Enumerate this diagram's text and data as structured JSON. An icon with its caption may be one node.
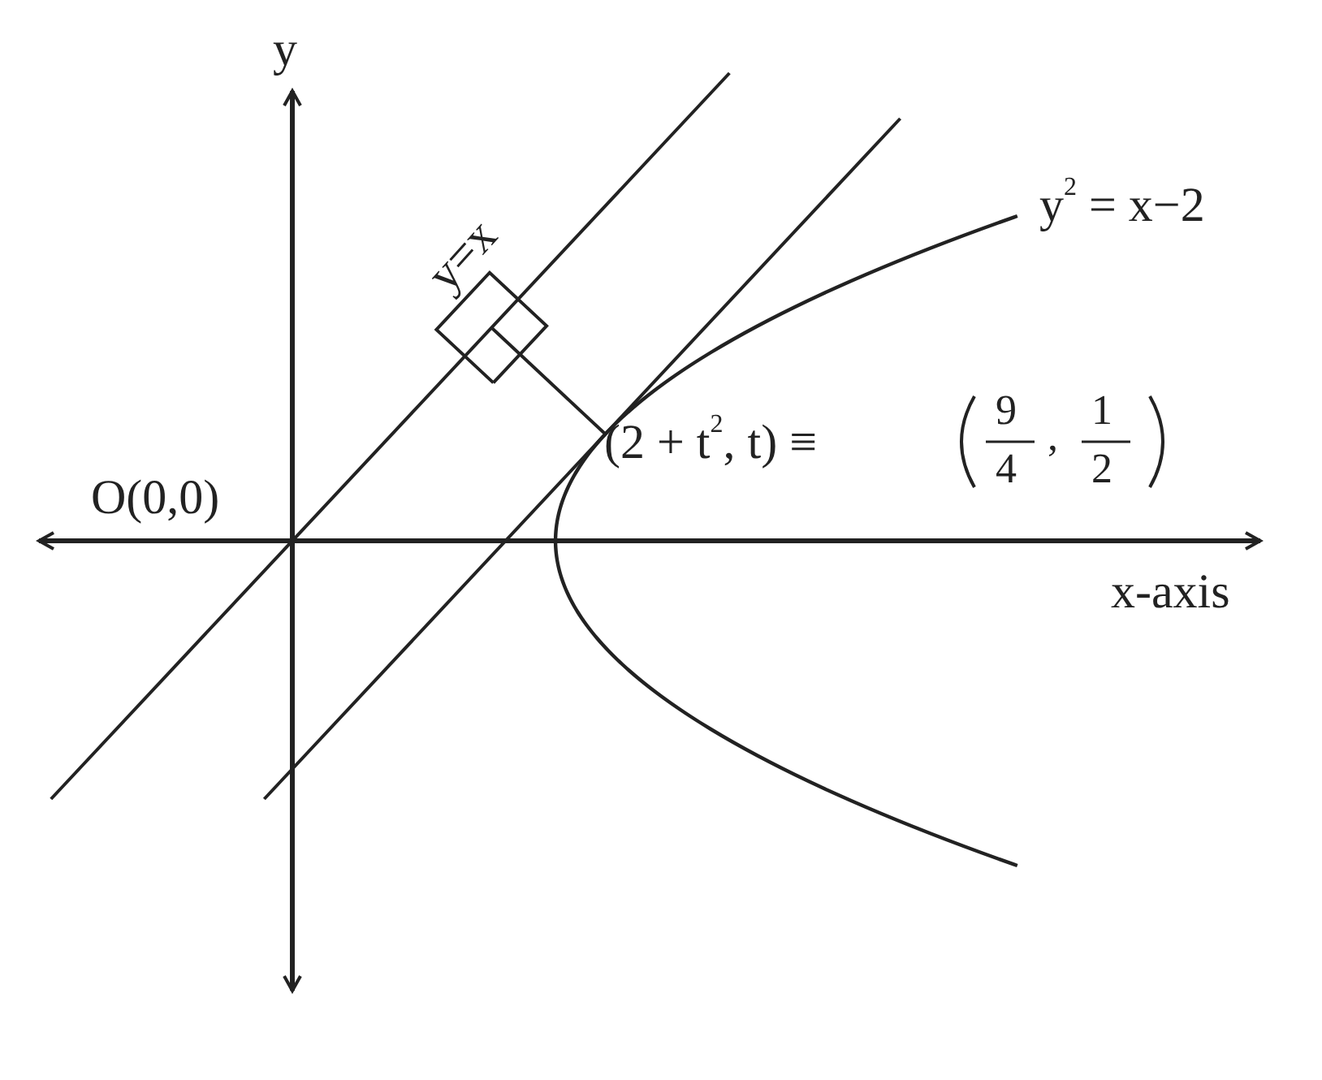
{
  "diagram": {
    "labels": [
      "y",
      "y=x",
      "y$^{2}$ = x−2",
      "(2 + t$^{2}$, t) ≡",
      "9",
      "4",
      ",",
      "1",
      "2",
      "O(0,0)",
      "x-axis"
    ]
  }
}
